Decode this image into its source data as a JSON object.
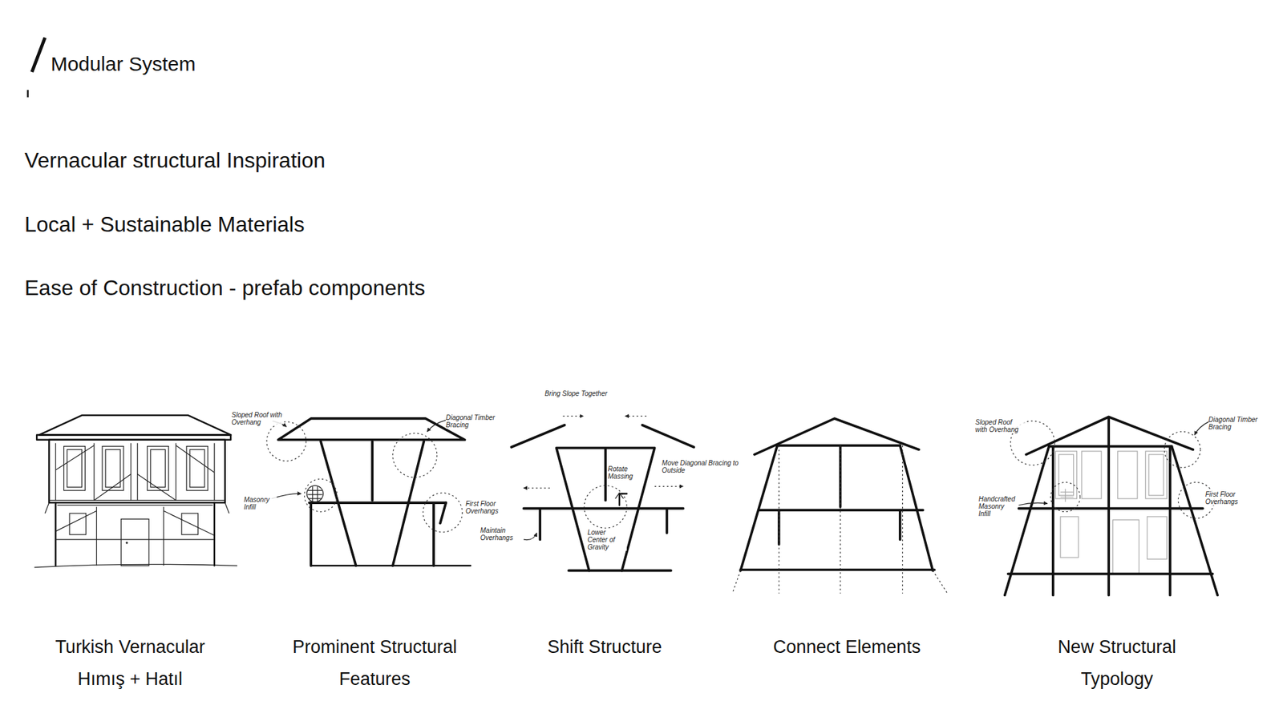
{
  "diagram": {
    "title": "Modular System",
    "labels": [
      "Vernacular structural Inspiration",
      "Local + Sustainable Materials",
      "Ease of Construction - prefab components",
      "Sloped Roof with Overhang",
      "Diagonal Timber Bracing",
      "Masonry Infill",
      "First Floor Overhangs",
      "Bring Slope Together",
      "Rotate Massing",
      "Move Diagonal Bracing to Outside",
      "Maintain Overhangs",
      "Lower Center of Gravity",
      "Sloped Roof with Overhang",
      "Diagonal Timber Bracing",
      "Handcrafted Masonry Infill",
      "First Floor Overhangs",
      "Turkish Vernacular Hımış + Hatıl",
      "Prominent Structural Features",
      "Shift Structure",
      "Connect Elements",
      "New Structural Typology"
    ]
  }
}
